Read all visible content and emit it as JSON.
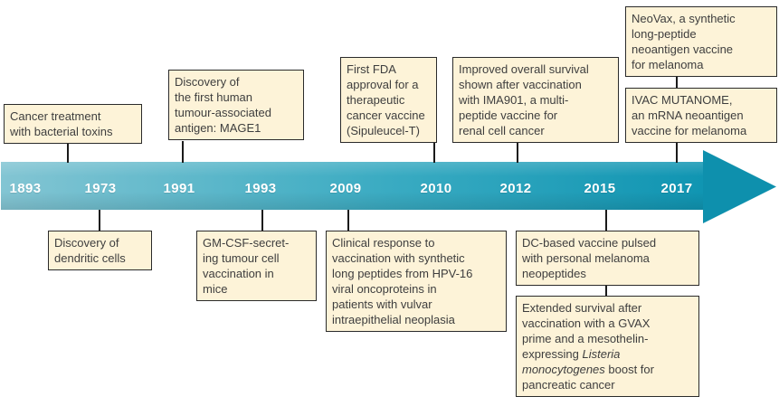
{
  "timeline": {
    "years": [
      {
        "label": "1893"
      },
      {
        "label": "1973"
      },
      {
        "label": "1991"
      },
      {
        "label": "1993"
      },
      {
        "label": "2009"
      },
      {
        "label": "2010"
      },
      {
        "label": "2012"
      },
      {
        "label": "2015"
      },
      {
        "label": "2017"
      }
    ]
  },
  "events_above": [
    {
      "year": "1893",
      "text": "Cancer treatment\nwith bacterial toxins"
    },
    {
      "year": "1991",
      "text": "Discovery of\nthe first human\ntumour-associated\nantigen: MAGE1"
    },
    {
      "year": "2010",
      "text": "First FDA\napproval for a\ntherapeutic\ncancer vaccine\n(Sipuleucel-T)"
    },
    {
      "year": "2012",
      "text": "Improved overall survival\nshown after vaccination\nwith IMA901, a multi-\npeptide vaccine for\nrenal cell cancer"
    },
    {
      "year": "2017",
      "text": "NeoVax, a synthetic\nlong-peptide\nneoantigen vaccine\nfor melanoma"
    },
    {
      "year": "2017",
      "text": "IVAC MUTANOME,\nan mRNA neoantigen\nvaccine for melanoma"
    }
  ],
  "events_below": [
    {
      "year": "1973",
      "text": "Discovery of\ndendritic cells"
    },
    {
      "year": "1993",
      "text": "GM-CSF-secret-\ning tumour cell\nvaccination in\nmice"
    },
    {
      "year": "2009",
      "text": "Clinical response to\nvaccination with synthetic\nlong peptides from HPV-16\nviral oncoproteins in\npatients with vulvar\nintraepithelial neoplasia"
    },
    {
      "year": "2015",
      "text": "DC-based vaccine pulsed\nwith personal melanoma\nneopeptides"
    },
    {
      "year": "2015",
      "text_pre": "Extended survival after\nvaccination with a GVAX\nprime and a mesothelin-\nexpressing ",
      "text_italic": "Listeria\nmonocytogenes",
      "text_post": " boost for\npancreatic cancer"
    }
  ],
  "colors": {
    "band_start": "#83c5d3",
    "band_mid": "#3aabc2",
    "band_end": "#1095b2",
    "arrow_head": "#0e90ad",
    "box_fill": "#fdf3d8",
    "box_border": "#2b2b2b",
    "box_text": "#3e3e3e",
    "year_text": "#ffffff",
    "connector": "#1a1a1a"
  }
}
